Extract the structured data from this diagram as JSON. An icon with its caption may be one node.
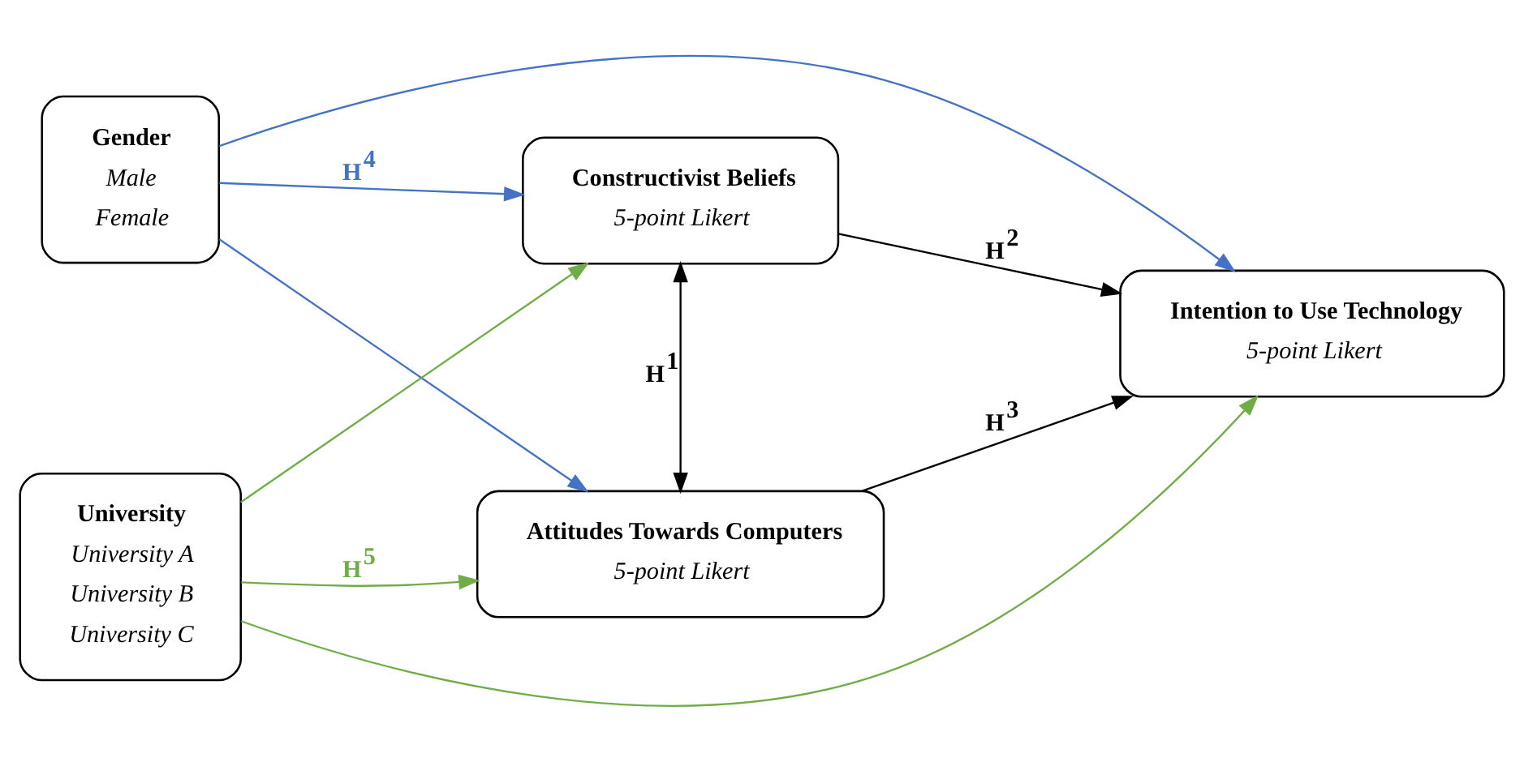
{
  "diagram": {
    "nodes": [
      {
        "text": [
          "Gender",
          "Male",
          "Female"
        ]
      },
      {
        "text": [
          "University",
          "University A",
          "University B",
          "University C"
        ]
      },
      {
        "text": [
          "Constructivist Beliefs",
          "5-point Likert"
        ]
      },
      {
        "text": [
          "Attitudes Towards Computers",
          "5-point Likert"
        ]
      },
      {
        "text": [
          "Intention to Use Technology",
          "5-point Likert"
        ]
      }
    ],
    "edges": [
      {
        "from": 0,
        "to": 2,
        "arrow": "to",
        "color": "#4472c4",
        "label": "H$^{4}$"
      },
      {
        "from": 0,
        "to": 4,
        "arrow": "to",
        "color": "#4472c4"
      },
      {
        "from": 0,
        "to": 3,
        "arrow": "to",
        "color": "#4472c4"
      },
      {
        "from": 1,
        "to": 2,
        "arrow": "to",
        "color": "#70ad47"
      },
      {
        "from": 1,
        "to": 4,
        "arrow": "to",
        "color": "#70ad47"
      },
      {
        "from": 1,
        "to": 3,
        "arrow": "to",
        "color": "#70ad47",
        "label": "H$^{5}$"
      },
      {
        "from": 2,
        "to": 3,
        "arrow": "both",
        "color": "#000000",
        "label": "H$^{1}$"
      },
      {
        "from": 2,
        "to": 4,
        "arrow": "to",
        "color": "#000000",
        "label": "H$^{2}$"
      },
      {
        "from": 3,
        "to": 4,
        "arrow": "to",
        "color": "#000000",
        "label": "H$^{3}$"
      }
    ]
  }
}
